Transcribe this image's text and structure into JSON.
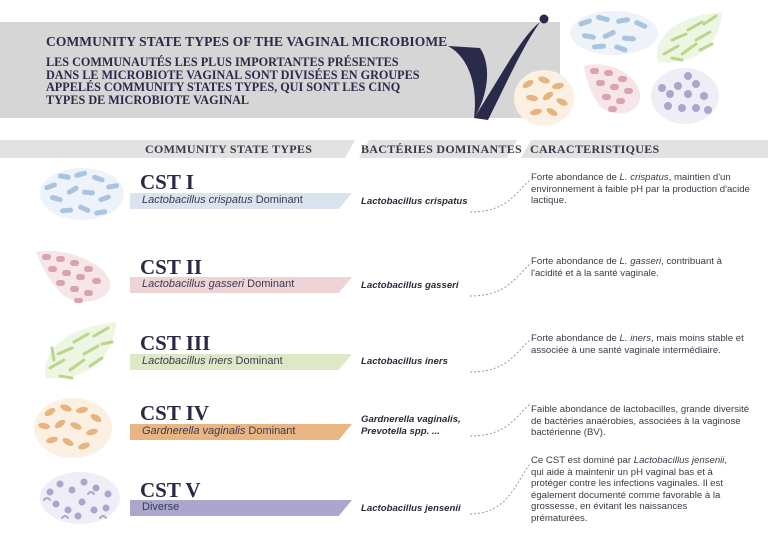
{
  "header": {
    "title": "COMMUNITY STATE TYPES OF THE VAGINAL MICROBIOME",
    "subtitle_lines": [
      "LES COMMUNAUTÉS LES PLUS IMPORTANTES PRÉSENTES",
      "DANS LE MICROBIOTE VAGINAL SONT DIVISÉES EN GROUPES",
      "APPELÉS COMMUNITY STATES TYPES, QUI SONT LES CINQ",
      "TYPES DE MICROBIOTE VAGINAL"
    ]
  },
  "columns": {
    "cst": "COMMUNITY STATE TYPES",
    "bacteria": "BACTÉRIES DOMINANTES",
    "characteristics": "CARACTERISTIQUES"
  },
  "colors": {
    "cst1": "#a8c4de",
    "cst2": "#d9a3ad",
    "cst3": "#b9d68a",
    "cst4": "#e6b47e",
    "cst5": "#aaa6cc",
    "navy": "#2a2a4a"
  },
  "rows": [
    {
      "title": "CST I",
      "tag_species": "Lactobacillus crispatus",
      "tag_suffix": " Dominant",
      "bacteria_lines": [
        "Lactobacillus crispatus"
      ],
      "char_pre": "Forte abondance de ",
      "char_em": "L. crispatus",
      "char_post": ", maintien d'un environnement à faible pH par la production d'acide lactique."
    },
    {
      "title": "CST II",
      "tag_species": "Lactobacillus gasseri",
      "tag_suffix": " Dominant",
      "bacteria_lines": [
        "Lactobacillus gasseri"
      ],
      "char_pre": "Forte abondance de ",
      "char_em": "L. gasseri",
      "char_post": ", contribuant à l'acidité et à la santé vaginale."
    },
    {
      "title": "CST III",
      "tag_species": "Lactobacillus iners",
      "tag_suffix": " Dominant",
      "bacteria_lines": [
        "Lactobacillus iners"
      ],
      "char_pre": "Forte abondance de ",
      "char_em": "L. iners",
      "char_post": ", mais moins stable et associée à une santé vaginale intermédiaire."
    },
    {
      "title": "CST IV",
      "tag_species": "Gardnerella vaginalis",
      "tag_suffix": " Dominant",
      "bacteria_lines": [
        "Gardnerella vaginalis,",
        "Prevotella spp. ..."
      ],
      "char_pre": "Faible abondance de lactobacilles, grande diversité de bactéries anaérobies, associées à la vaginose bactérienne (BV).",
      "char_em": "",
      "char_post": ""
    },
    {
      "title": "CST V",
      "tag_species": "",
      "tag_suffix": "Diverse",
      "bacteria_lines": [
        "Lactobacillus jensenii"
      ],
      "char_pre": "Ce CST est dominé par ",
      "char_em": "Lactobacillus jensenii",
      "char_post": ", qui aide à maintenir un pH vaginal bas et à protéger contre les infections vaginales. Il est également documenté comme favorable à la grossesse, en évitant les naissances prématurées."
    }
  ]
}
